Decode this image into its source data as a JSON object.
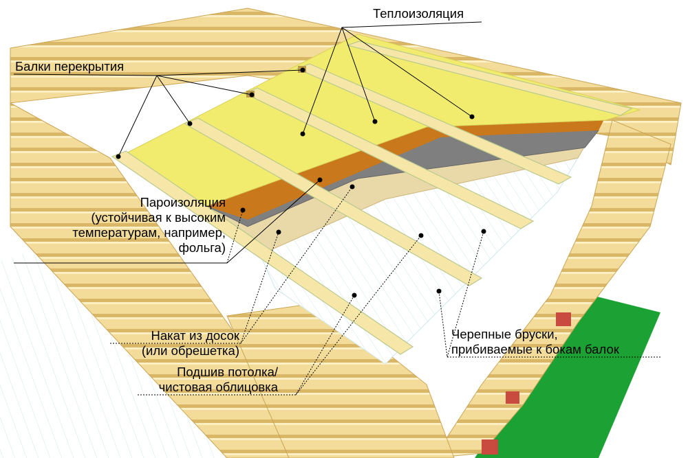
{
  "labels": {
    "insulation": "Теплоизоляция",
    "beams": "Балки перекрытия",
    "vapor": [
      "Пароизоляция",
      "(устойчивая к высоким",
      "температурам, например,",
      "фольга)"
    ],
    "decking": [
      "Накат из досок",
      "(или обрешетка)"
    ],
    "ceiling": [
      "Подшив потолка/",
      "чистовая облицовка"
    ],
    "cranial": [
      "Черепные бруски,",
      "прибиваемые к бокам балок"
    ]
  },
  "colors": {
    "wood": "#f3dc9a",
    "wood_dark": "#d9b766",
    "wood_light": "#faf0c4",
    "insulation": "#f2ec6e",
    "insulation_edge": "#c9781c",
    "foil": "#7f7f7f",
    "decking": "#ead9a8",
    "ceiling": "#ffffff",
    "ceiling_lines": "#cfe7ea",
    "grass": "#1ca234",
    "brick": "#c94a3e",
    "leader": "#000000"
  }
}
